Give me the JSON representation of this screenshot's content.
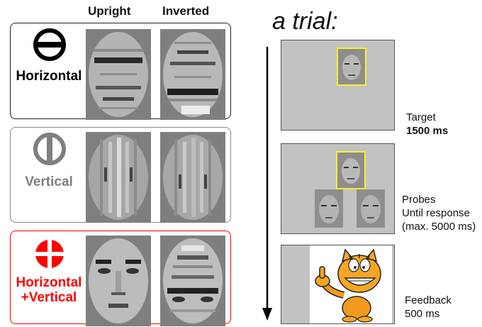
{
  "left": {
    "col_upright": "Upright",
    "col_inverted": "Inverted",
    "conditions": [
      {
        "label_line1": "Horizontal",
        "label_line2": "",
        "color": "#000000"
      },
      {
        "label_line1": "Vertical",
        "label_line2": "",
        "color": "#7f7f7f"
      },
      {
        "label_line1": "Horizontal",
        "label_line2": "+Vertical",
        "color": "#ff0000"
      }
    ]
  },
  "right": {
    "title": "a trial:",
    "steps": [
      {
        "line1": "Target",
        "line2": "1500 ms",
        "line3": ""
      },
      {
        "line1": "Probes",
        "line2": "Until response",
        "line3": "(max. 5000 ms)"
      },
      {
        "line1": "Feedback",
        "line2": "500 ms",
        "line3": ""
      }
    ]
  }
}
